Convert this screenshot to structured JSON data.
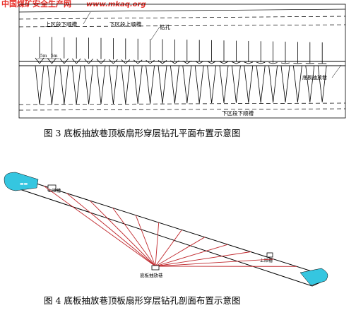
{
  "watermark": {
    "site_name": "中国煤矿安全生产网",
    "site_url": "www.mkaq.org",
    "color": "#e8302a"
  },
  "figure3": {
    "caption": "图 3   底板抽放巷顶板扇形穿层钻孔平面布置示意图",
    "labels": {
      "upper_section_lower_roadway": "上区段下顺槽",
      "lower_section_upper_roadway": "下区段上顺槽",
      "borehole": "钻孔",
      "floor_drainage_roadway": "底板抽放巷",
      "lower_section_lower_roadway": "下区段下顺槽",
      "spacing_a": "5m",
      "spacing_b": "5m"
    },
    "fan_count": 24
  },
  "figure4": {
    "caption": "图 4   底板抽放巷顶板扇形穿层钻孔剖面布置示意图",
    "labels": {
      "upper_roadway": "上顺槽",
      "lower_roadway": "上顺槽",
      "floor_drainage_roadway": "底板抽放巷"
    },
    "hole_count": 12,
    "colors": {
      "holes": "#c0282d",
      "goaf": "#35c6e0"
    }
  }
}
